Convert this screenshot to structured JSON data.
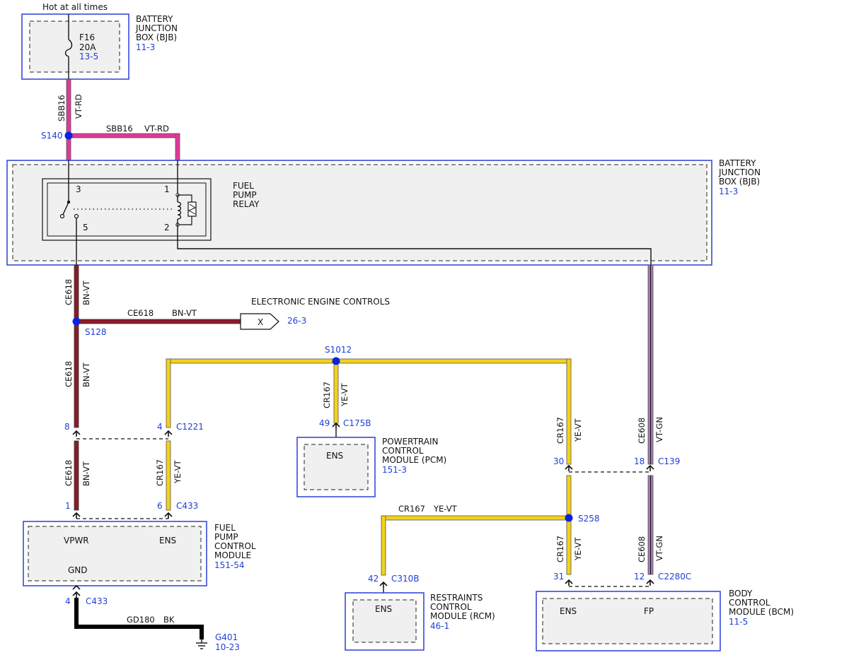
{
  "top_label": "Hot at all times",
  "bjb_top": {
    "title": [
      "BATTERY",
      "JUNCTION",
      "BOX (BJB)"
    ],
    "ref": "11-3",
    "fuse": {
      "name": "F16",
      "rating": "20A",
      "ref": "13-5"
    }
  },
  "bjb_main": {
    "title": [
      "BATTERY",
      "JUNCTION",
      "BOX (BJB)"
    ],
    "ref": "11-3",
    "relay": {
      "title": [
        "FUEL",
        "PUMP",
        "RELAY"
      ],
      "pins": [
        "3",
        "1",
        "5",
        "2"
      ]
    }
  },
  "wires": {
    "sbb16_circuit": "SBB16",
    "sbb16_color": "VT-RD",
    "ce618_circuit": "CE618",
    "ce618_color": "BN-VT",
    "cr167_circuit": "CR167",
    "cr167_color": "YE-VT",
    "ce608_circuit": "CE608",
    "ce608_color": "VT-GN",
    "gd180_circuit": "GD180",
    "gd180_color": "BK"
  },
  "splices": {
    "s140": "S140",
    "s128": "S128",
    "s1012": "S1012",
    "s258": "S258"
  },
  "eec": {
    "title": "ELECTRONIC ENGINE CONTROLS",
    "connector": "X",
    "ref": "26-3"
  },
  "connectors": {
    "c1221": {
      "name": "C1221",
      "pin_a": "8",
      "pin_b": "4"
    },
    "c433_top": {
      "name": "C433",
      "pin_a": "1",
      "pin_b": "6"
    },
    "c433_bottom": {
      "name": "C433",
      "pin": "4"
    },
    "c175b": {
      "name": "C175B",
      "pin": "49"
    },
    "c139": {
      "name": "C139",
      "pin_a": "30",
      "pin_b": "18"
    },
    "c310b": {
      "name": "C310B",
      "pin": "42"
    },
    "c2280c": {
      "name": "C2280C",
      "pin_a": "31",
      "pin_b": "12"
    }
  },
  "pcm": {
    "title": [
      "POWERTRAIN",
      "CONTROL",
      "MODULE (PCM)"
    ],
    "ref": "151-3",
    "pin": "ENS"
  },
  "fpcm": {
    "title": [
      "FUEL",
      "PUMP",
      "CONTROL",
      "MODULE"
    ],
    "ref": "151-54",
    "pins": [
      "VPWR",
      "ENS",
      "GND"
    ]
  },
  "rcm": {
    "title": [
      "RESTRAINTS",
      "CONTROL",
      "MODULE (RCM)"
    ],
    "ref": "46-1",
    "pin": "ENS"
  },
  "bcm": {
    "title": [
      "BODY",
      "CONTROL",
      "MODULE (BCM)"
    ],
    "ref": "11-5",
    "pins": [
      "ENS",
      "FP"
    ]
  },
  "ground": {
    "name": "G401",
    "ref": "10-23"
  },
  "colors": {
    "vt_rd": "#e0389a",
    "bn_vt": "#8b1a2a",
    "ye_vt": "#f2d21a",
    "vt_gn": "#a07ab5",
    "bk": "#000000",
    "link_blue": "#1f3fd6",
    "splice": "#0b22e0"
  }
}
